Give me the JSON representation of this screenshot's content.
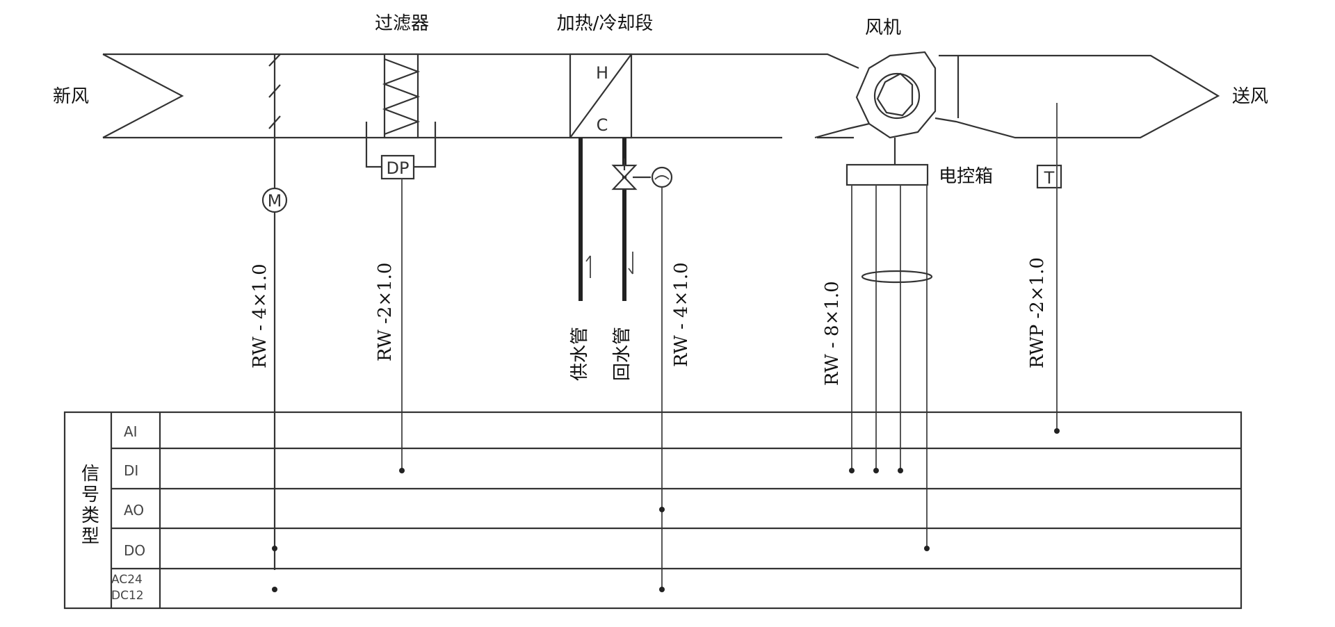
{
  "labels": {
    "fresh_air": "新风",
    "filter": "过滤器",
    "heat_cool": "加热/冷却段",
    "fan": "风机",
    "supply_air": "送风",
    "control_box": "电控箱",
    "supply_pipe": "供水管",
    "return_pipe": "回水管"
  },
  "symbols": {
    "motor": "M",
    "diff_pressure": "DP",
    "heat": "H",
    "cool": "C",
    "temperature": "T"
  },
  "cables": {
    "damper": "RW - 4×1.0",
    "filter": "RW -2×1.0",
    "valve": "RW - 4×1.0",
    "fan": "RW - 8×1.0",
    "temp": "RWP -2×1.0"
  },
  "signal_table": {
    "title": "信号类型",
    "rows": [
      "AI",
      "DI",
      "AO",
      "DO",
      "AC24",
      "DC12"
    ]
  }
}
